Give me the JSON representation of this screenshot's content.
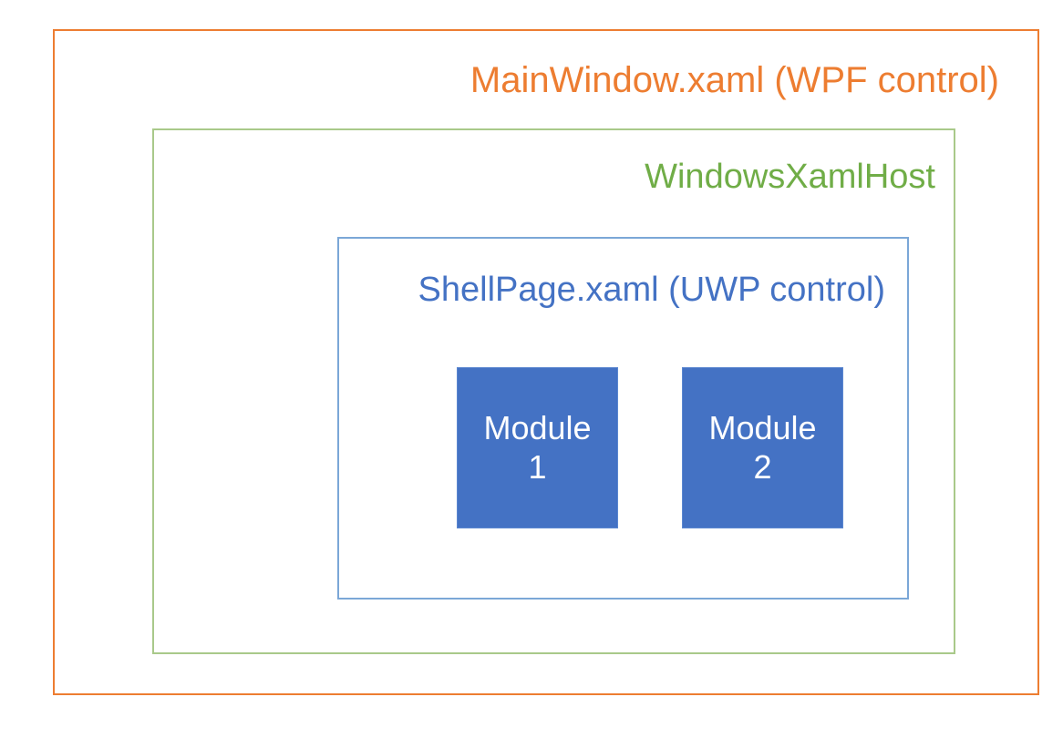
{
  "diagram": {
    "type": "nested-containment-diagram",
    "background_color": "#FFFFFF",
    "layers": [
      {
        "id": "wpf",
        "label": "MainWindow.xaml (WPF control)",
        "color": "#ED7D31",
        "border_color": "#ED7D31",
        "label_align": "right"
      },
      {
        "id": "xamlhost",
        "label": "WindowsXamlHost",
        "color": "#70AD47",
        "border_color": "#A9C98A",
        "label_align": "right"
      },
      {
        "id": "uwp",
        "label": "ShellPage.xaml (UWP control)",
        "color": "#4472C4",
        "border_color": "#7BA7D7",
        "label_align": "right"
      }
    ],
    "modules": [
      {
        "id": "module-1",
        "line1": "Module",
        "line2": "1",
        "fill_color": "#4472C4",
        "text_color": "#FFFFFF"
      },
      {
        "id": "module-2",
        "line1": "Module",
        "line2": "2",
        "fill_color": "#4472C4",
        "text_color": "#FFFFFF"
      }
    ]
  }
}
